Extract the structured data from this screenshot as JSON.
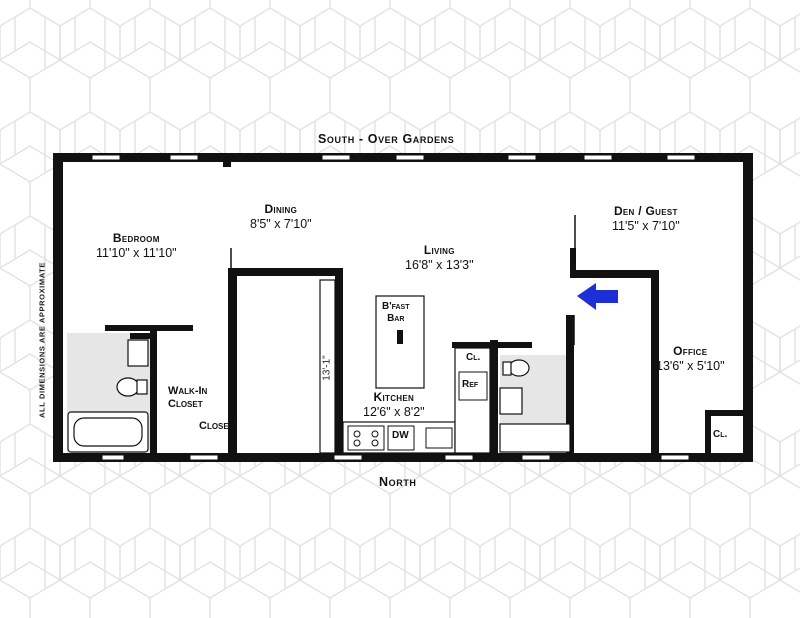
{
  "compass": {
    "south": "South - Over Gardens",
    "north": "North"
  },
  "disclaimer": "ALL DIMENSIONS ARE APPROXIMATE",
  "rooms": {
    "bedroom": {
      "name": "Bedroom",
      "dims": "11'10\" x 11'10\""
    },
    "dining": {
      "name": "Dining",
      "dims": "8'5\" x 7'10\""
    },
    "living": {
      "name": "Living",
      "dims": "16'8\" x 13'3\""
    },
    "den": {
      "name": "Den / Guest",
      "dims": "11'5\" x 7'10\""
    },
    "office": {
      "name": "Office",
      "dims": "13'6\" x 5'10\""
    },
    "kitchen": {
      "name": "Kitchen",
      "dims": "12'6\" x 8'2\""
    },
    "walk_in": {
      "name_line1": "Walk-In",
      "name_line2": "Closet"
    }
  },
  "fixtures": {
    "closet": "Closet",
    "cl_kitchen": "Cl.",
    "cl_office": "Cl.",
    "ref": "Ref",
    "dw": "DW",
    "bfast_line1": "B'fast",
    "bfast_line2": "Bar",
    "kitchen_measure": "13'-1\""
  },
  "arrow": {
    "color": "#1f2fd6"
  },
  "colors": {
    "walls": "#111111",
    "bath_floor": "#e6e6e6",
    "pattern": "#e4e4e4"
  }
}
